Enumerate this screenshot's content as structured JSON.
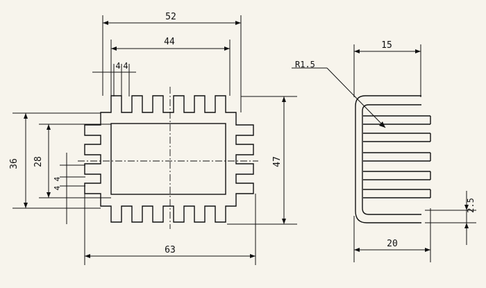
{
  "drawing": {
    "dims": {
      "top_width_52": "52",
      "top_width_44": "44",
      "fin_4_left": "4",
      "fin_4_right": "4",
      "left_36": "36",
      "left_28": "28",
      "left_4a": "4",
      "left_4b": "4",
      "right_47": "47",
      "bottom_63": "63",
      "side_15": "15",
      "side_20": "20",
      "side_r": "R1.5",
      "side_2_5": "2.5"
    }
  }
}
